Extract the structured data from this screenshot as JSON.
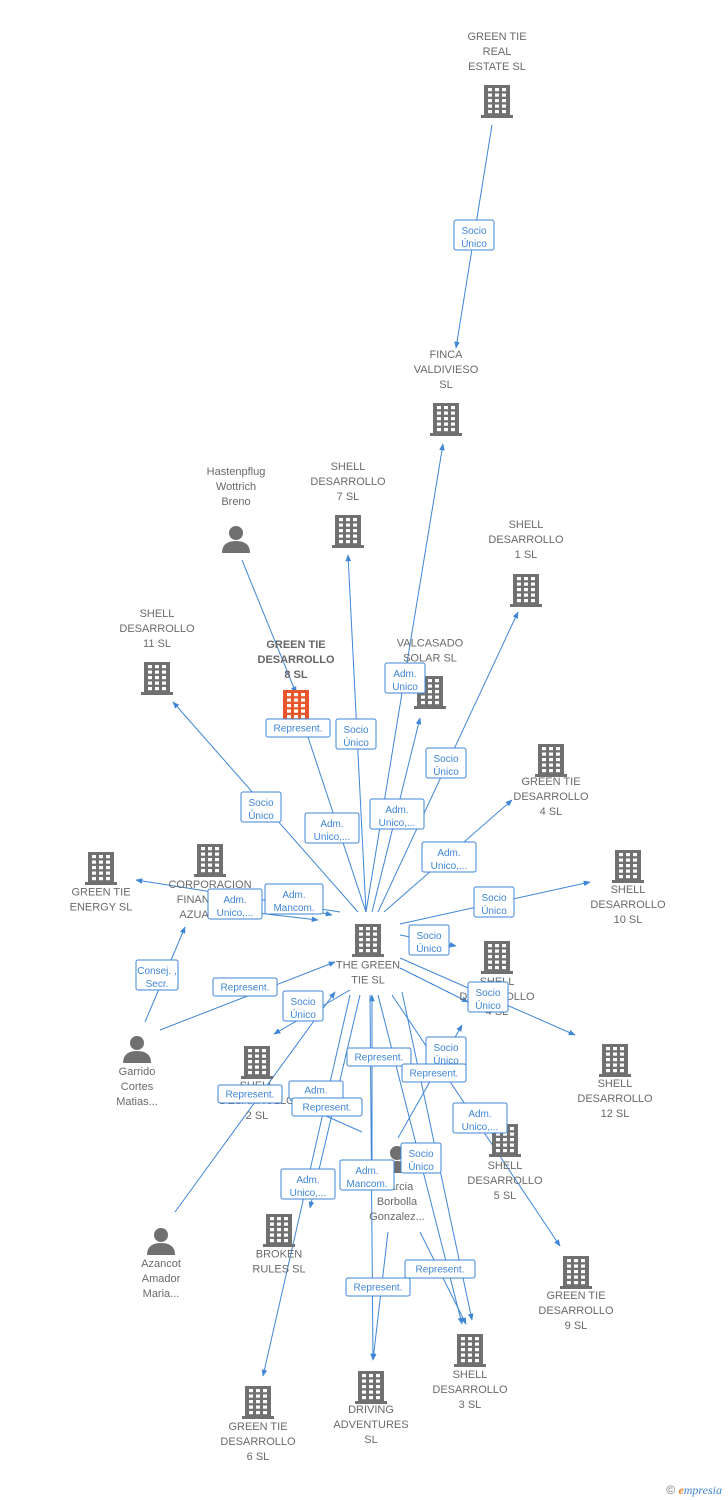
{
  "colors": {
    "edge": "#3f86d6",
    "company": "#707070",
    "focus": "#e8562a",
    "person": "#707070"
  },
  "nodes": [
    {
      "id": "gt_real",
      "type": "company",
      "lines": [
        "GREEN TIE",
        "REAL",
        "ESTATE  SL"
      ]
    },
    {
      "id": "finca",
      "type": "company",
      "lines": [
        "FINCA",
        "VALDIVIESO",
        "SL"
      ]
    },
    {
      "id": "hasten",
      "type": "person",
      "lines": [
        "Hastenpflug",
        "Wottrich",
        "Breno"
      ]
    },
    {
      "id": "shell7",
      "type": "company",
      "lines": [
        "SHELL",
        "DESARROLLO",
        "7  SL"
      ]
    },
    {
      "id": "shell1",
      "type": "company",
      "lines": [
        "SHELL",
        "DESARROLLO",
        "1  SL"
      ]
    },
    {
      "id": "shell11",
      "type": "company",
      "lines": [
        "SHELL",
        "DESARROLLO",
        "11  SL"
      ]
    },
    {
      "id": "gtd8",
      "type": "focus",
      "lines": [
        "GREEN TIE",
        "DESARROLLO",
        "8  SL"
      ]
    },
    {
      "id": "valcasado",
      "type": "company",
      "lines": [
        "VALCASADO",
        "SOLAR  SL"
      ]
    },
    {
      "id": "gtd4",
      "type": "company",
      "lines": [
        "GREEN TIE",
        "DESARROLLO",
        "4  SL"
      ]
    },
    {
      "id": "gtenergy",
      "type": "company",
      "lines": [
        "GREEN TIE",
        "ENERGY  SL"
      ]
    },
    {
      "id": "corpo",
      "type": "company",
      "lines": [
        "CORPORACION",
        "FINANCIERA",
        "AZUAGA  SL"
      ]
    },
    {
      "id": "shell10",
      "type": "company",
      "lines": [
        "SHELL",
        "DESARROLLO",
        "10  SL"
      ]
    },
    {
      "id": "greentie",
      "type": "company",
      "lines": [
        "THE GREEN",
        "TIE  SL"
      ]
    },
    {
      "id": "shell4",
      "type": "company",
      "lines": [
        "SHELL",
        "DESARROLLO",
        "4  SL"
      ]
    },
    {
      "id": "garrido",
      "type": "person",
      "lines": [
        "Garrido",
        "Cortes",
        "Matias..."
      ]
    },
    {
      "id": "desa2",
      "type": "company",
      "lines": [
        "SHELL",
        "DESARROLLO",
        "2  SL"
      ]
    },
    {
      "id": "shell12",
      "type": "company",
      "lines": [
        "SHELL",
        "DESARROLLO",
        "12  SL"
      ]
    },
    {
      "id": "shell5",
      "type": "company",
      "lines": [
        "SHELL",
        "DESARROLLO",
        "5  SL"
      ]
    },
    {
      "id": "garcia",
      "type": "person",
      "lines": [
        "Garcia",
        "Borbolla",
        "Gonzalez..."
      ]
    },
    {
      "id": "azancot",
      "type": "person",
      "lines": [
        "Azancot",
        "Amador",
        "Maria..."
      ]
    },
    {
      "id": "broken",
      "type": "company",
      "lines": [
        "BROKEN",
        "RULES  SL"
      ]
    },
    {
      "id": "gtd9",
      "type": "company",
      "lines": [
        "GREEN TIE",
        "DESARROLLO",
        "9  SL"
      ]
    },
    {
      "id": "shell3",
      "type": "company",
      "lines": [
        "SHELL",
        "DESARROLLO",
        "3  SL"
      ]
    },
    {
      "id": "driving",
      "type": "company",
      "lines": [
        "DRIVING",
        "ADVENTURES",
        "SL"
      ]
    },
    {
      "id": "gtd6",
      "type": "company",
      "lines": [
        "GREEN TIE",
        "DESARROLLO",
        "6  SL"
      ]
    }
  ],
  "relations": [
    {
      "lines": [
        "Socio",
        "Único"
      ]
    },
    {
      "lines": [
        "Adm.",
        "Unico"
      ]
    },
    {
      "lines": [
        "Represent."
      ]
    },
    {
      "lines": [
        "Socio",
        "Único"
      ]
    },
    {
      "lines": [
        "Socio",
        "Único"
      ]
    },
    {
      "lines": [
        "Socio",
        "Único"
      ]
    },
    {
      "lines": [
        "Adm.",
        "Unico,..."
      ]
    },
    {
      "lines": [
        "Adm.",
        "Unico,..."
      ]
    },
    {
      "lines": [
        "Adm.",
        "Unico,..."
      ]
    },
    {
      "lines": [
        "Adm.",
        "Unico,..."
      ]
    },
    {
      "lines": [
        "Adm.",
        "Mancom."
      ]
    },
    {
      "lines": [
        "Socio",
        "Único"
      ]
    },
    {
      "lines": [
        "Socio",
        "Único"
      ]
    },
    {
      "lines": [
        "Consej. ,",
        "Secr."
      ]
    },
    {
      "lines": [
        "Represent."
      ]
    },
    {
      "lines": [
        "Socio",
        "Único"
      ]
    },
    {
      "lines": [
        "Socio",
        "Único"
      ]
    },
    {
      "lines": [
        "Represent."
      ]
    },
    {
      "lines": [
        "Socio",
        "Único"
      ]
    },
    {
      "lines": [
        "Represent."
      ]
    },
    {
      "lines": [
        "Represent."
      ]
    },
    {
      "lines": [
        "Adm."
      ]
    },
    {
      "lines": [
        "Represent."
      ]
    },
    {
      "lines": [
        "Adm.",
        "Unico,..."
      ]
    },
    {
      "lines": [
        "Socio",
        "Único"
      ]
    },
    {
      "lines": [
        "Adm.",
        "Unico,..."
      ]
    },
    {
      "lines": [
        "Adm.",
        "Mancom."
      ]
    },
    {
      "lines": [
        "Represent."
      ]
    },
    {
      "lines": [
        "Represent."
      ]
    }
  ],
  "footer": {
    "copyright": "©",
    "brand_initial": "e",
    "brand_rest": "mpresia"
  }
}
